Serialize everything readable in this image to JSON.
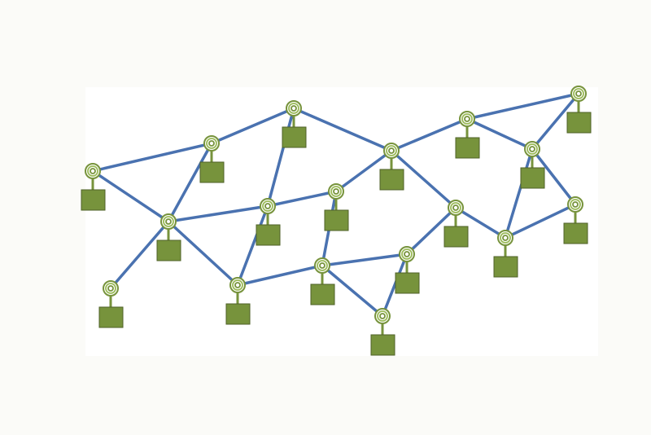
{
  "diagram": {
    "type": "mesh-network",
    "colors": {
      "link": "#4a72b0",
      "node_fill": "#77933c",
      "node_stroke": "#4f6228",
      "antenna_ring": "#9bbb59"
    },
    "node_icon": "wireless-antenna-with-device-box",
    "node_count": 18,
    "links": [
      [
        1,
        2
      ],
      [
        1,
        8
      ],
      [
        2,
        3
      ],
      [
        2,
        8
      ],
      [
        3,
        9
      ],
      [
        3,
        4
      ],
      [
        4,
        10
      ],
      [
        4,
        5
      ],
      [
        4,
        11
      ],
      [
        5,
        6
      ],
      [
        5,
        7
      ],
      [
        6,
        7
      ],
      [
        7,
        13
      ],
      [
        7,
        12
      ],
      [
        12,
        13
      ],
      [
        11,
        13
      ],
      [
        11,
        17
      ],
      [
        8,
        9
      ],
      [
        8,
        14
      ],
      [
        8,
        15
      ],
      [
        9,
        10
      ],
      [
        9,
        15
      ],
      [
        10,
        16
      ],
      [
        15,
        16
      ],
      [
        16,
        17
      ],
      [
        16,
        18
      ],
      [
        17,
        18
      ]
    ]
  }
}
